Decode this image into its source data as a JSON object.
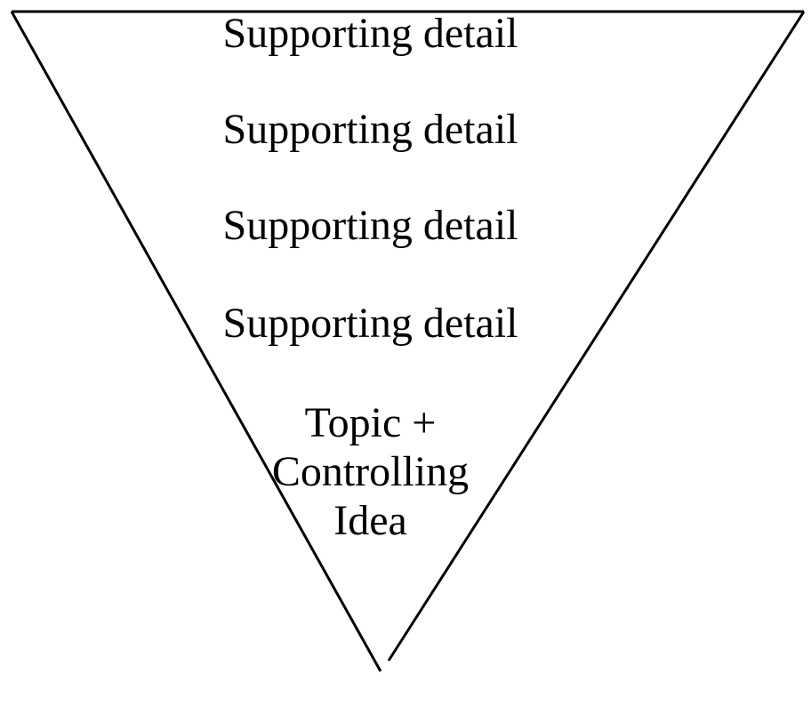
{
  "page": {
    "background_color": "#ffffff"
  },
  "diagram": {
    "type": "inverted-triangle-funnel",
    "stroke_color": "#000000",
    "text_color": "#000000",
    "supporting_details": [
      "Supporting detail",
      "Supporting detail",
      "Supporting detail",
      "Supporting detail"
    ],
    "center_label": "Topic +\nControlling\nIdea"
  }
}
